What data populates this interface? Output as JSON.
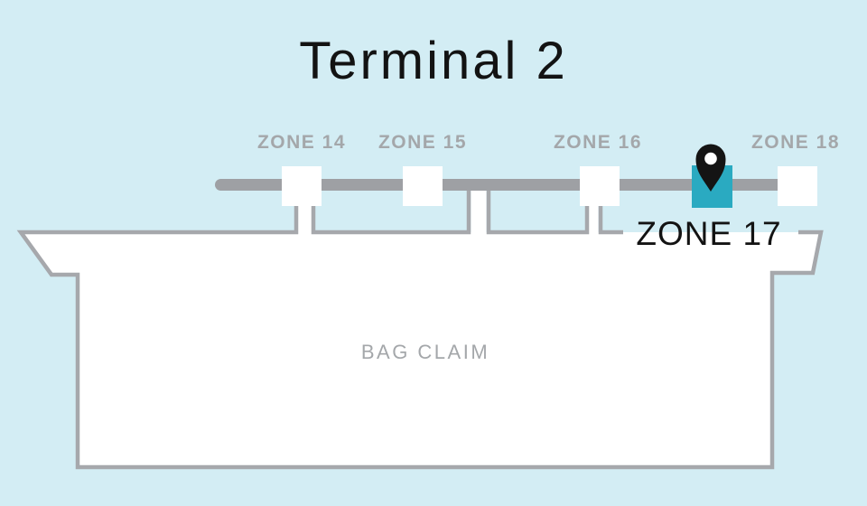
{
  "title": "Terminal 2",
  "map": {
    "building_label": "BAG CLAIM",
    "zones": [
      {
        "id": "zone-14",
        "label": "ZONE 14",
        "highlighted": false
      },
      {
        "id": "zone-15",
        "label": "ZONE 15",
        "highlighted": false
      },
      {
        "id": "zone-16",
        "label": "ZONE 16",
        "highlighted": false
      },
      {
        "id": "zone-17",
        "label": "ZONE 17",
        "highlighted": true
      },
      {
        "id": "zone-18",
        "label": "ZONE 18",
        "highlighted": false
      }
    ],
    "marker": {
      "icon": "location-pin-icon",
      "at_zone": "ZONE 17"
    },
    "colors": {
      "background": "#d3edf4",
      "road": "#9ea0a4",
      "outline": "#a6a8ac",
      "label_gray": "#a4a7aa",
      "highlight_teal": "#2aaac1",
      "pin_black": "#141414",
      "text_black": "#131313",
      "building_fill": "#ffffff"
    }
  }
}
